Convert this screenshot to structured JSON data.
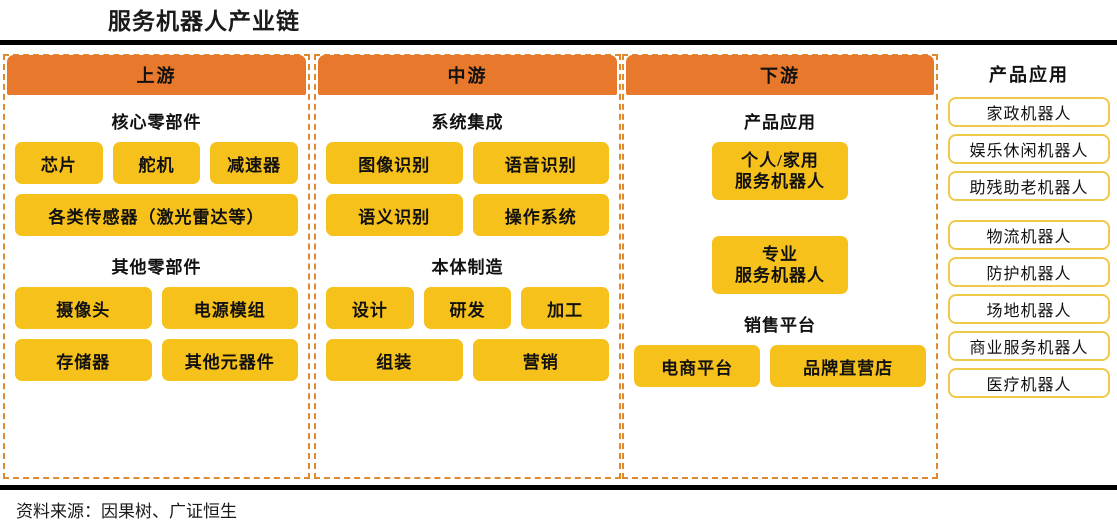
{
  "title": "服务机器人产业链",
  "source_note": "资料来源：因果树、广证恒生",
  "colors": {
    "header_orange": "#E8792C",
    "chip_yellow": "#F7C11B",
    "app_border_gold": "#EFC94B",
    "dashed_border": "#E08A30",
    "rule_black": "#000000"
  },
  "stages": {
    "upstream": {
      "header": "上游",
      "groups": [
        {
          "title": "核心零部件",
          "rows": [
            [
              "芯片",
              "舵机",
              "减速器"
            ],
            [
              "各类传感器（激光雷达等）"
            ]
          ]
        },
        {
          "title": "其他零部件",
          "rows": [
            [
              "摄像头",
              "电源模组"
            ],
            [
              "存储器",
              "其他元器件"
            ]
          ]
        }
      ]
    },
    "midstream": {
      "header": "中游",
      "groups": [
        {
          "title": "系统集成",
          "rows": [
            [
              "图像识别",
              "语音识别"
            ],
            [
              "语义识别",
              "操作系统"
            ]
          ]
        },
        {
          "title": "本体制造",
          "rows": [
            [
              "设计",
              "研发",
              "加工"
            ],
            [
              "组装",
              "营销"
            ]
          ]
        }
      ]
    },
    "downstream": {
      "header": "下游",
      "groups": [
        {
          "title": "产品应用",
          "items": [
            "个人/家用\n服务机器人",
            "专业\n服务机器人"
          ],
          "item_line1": [
            "个人/家用",
            "专业"
          ],
          "item_line2": [
            "服务机器人",
            "服务机器人"
          ]
        },
        {
          "title": "销售平台",
          "rows": [
            [
              "电商平台",
              "品牌直营店"
            ]
          ]
        }
      ]
    }
  },
  "applications": {
    "title": "产品应用",
    "group_a": [
      "家政机器人",
      "娱乐休闲机器人",
      "助残助老机器人"
    ],
    "group_b": [
      "物流机器人",
      "防护机器人",
      "场地机器人",
      "商业服务机器人",
      "医疗机器人"
    ]
  }
}
